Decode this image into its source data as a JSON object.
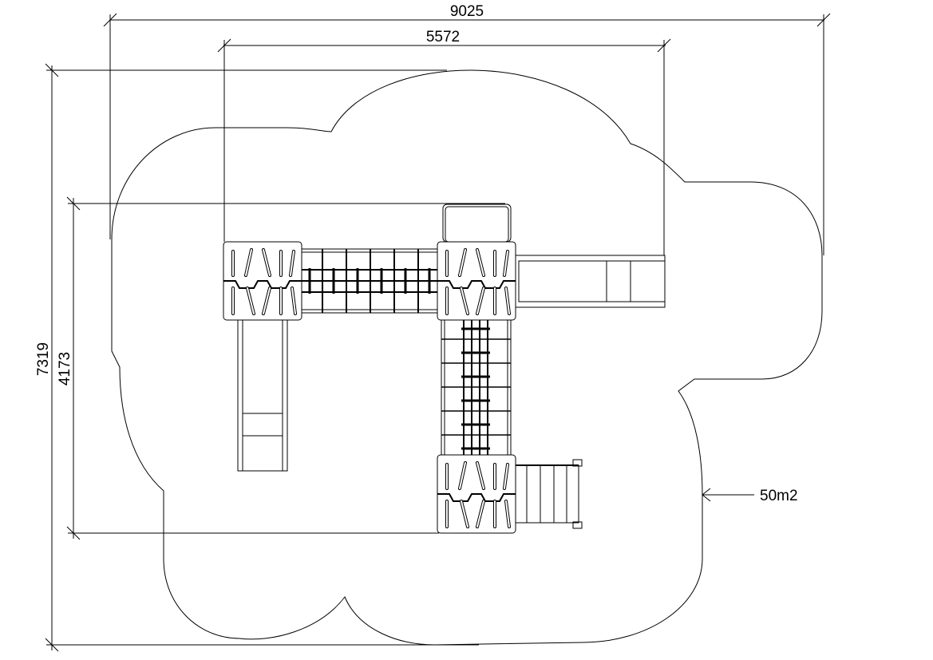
{
  "dimensions": {
    "overall_width": "9025",
    "structure_width": "5572",
    "overall_depth": "7319",
    "structure_depth": "4173"
  },
  "area_label": "50m2",
  "colors": {
    "line": "#000000",
    "background": "#ffffff"
  }
}
